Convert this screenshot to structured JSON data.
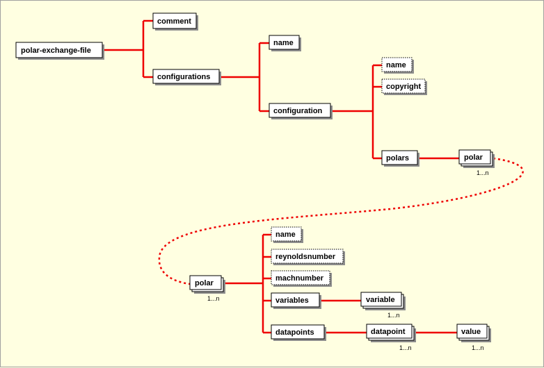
{
  "diagram": {
    "nodes": {
      "root": "polar-exchange-file",
      "comment": "comment",
      "configurations": "configurations",
      "cfgs_name": "name",
      "configuration": "configuration",
      "cfg_name": "name",
      "copyright": "copyright",
      "polars": "polars",
      "polar_ref": "polar",
      "polar": "polar",
      "polar_name": "name",
      "reynoldsnumber": "reynoldsnumber",
      "machnumber": "machnumber",
      "variables": "variables",
      "variable": "variable",
      "datapoints": "datapoints",
      "datapoint": "datapoint",
      "value": "value"
    },
    "multiplicity": {
      "polar_ref": "1...n",
      "polar": "1...n",
      "variable": "1...n",
      "datapoint": "1...n",
      "value": "1...n"
    }
  }
}
